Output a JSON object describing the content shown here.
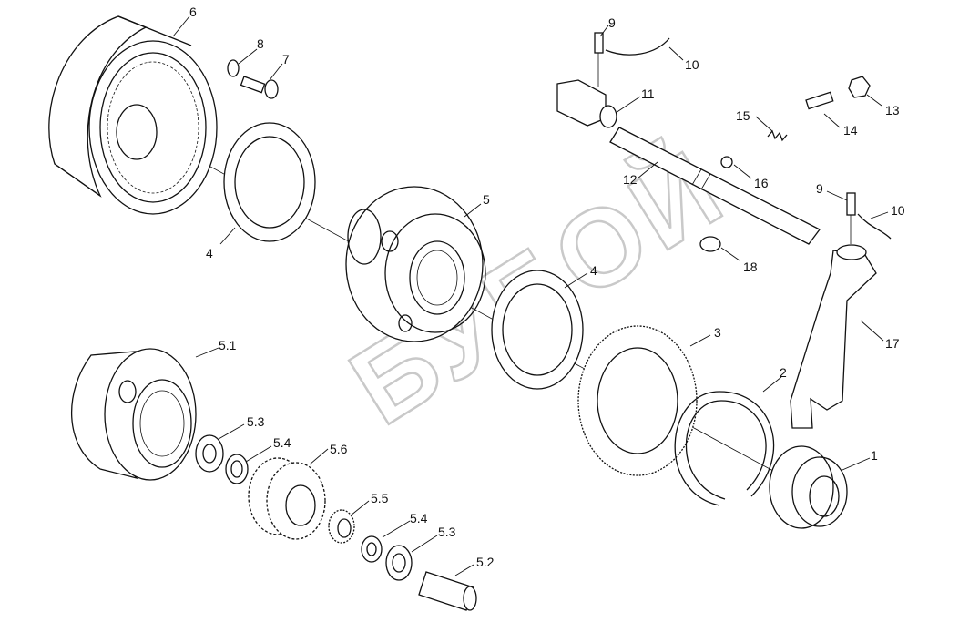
{
  "watermark": "БУБОЙ",
  "labels": {
    "l1": "1",
    "l2": "2",
    "l3": "3",
    "l4a": "4",
    "l4b": "4",
    "l5": "5",
    "l51": "5.1",
    "l52": "5.2",
    "l53a": "5.3",
    "l53b": "5.3",
    "l54a": "5.4",
    "l54b": "5.4",
    "l55": "5.5",
    "l56": "5.6",
    "l6": "6",
    "l7": "7",
    "l8": "8",
    "l9a": "9",
    "l9b": "9",
    "l10a": "10",
    "l10b": "10",
    "l11": "11",
    "l12": "12",
    "l13": "13",
    "l14": "14",
    "l15": "15",
    "l16": "16",
    "l17": "17",
    "l18": "18"
  }
}
